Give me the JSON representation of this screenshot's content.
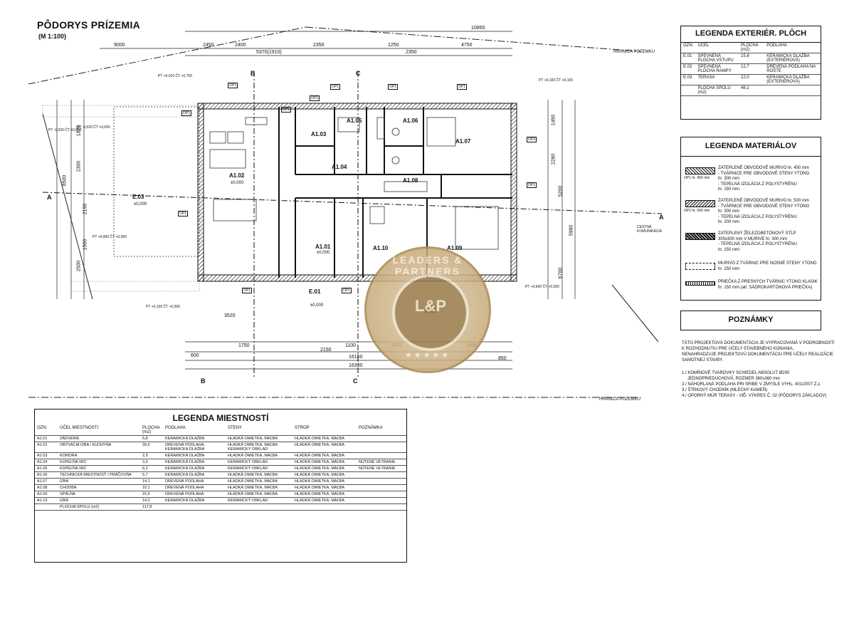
{
  "header": {
    "title": "PÔDORYS PRÍZEMIA",
    "scale": "(M 1:100)"
  },
  "plan": {
    "boundary_label_top": "HRANICA POZEMKU",
    "boundary_label_bottom": "HRANICA POZEMKU",
    "road_label": "CESTNÁ KOMUNIKÁCIA",
    "top_dims": [
      "10850",
      "9000",
      "2450",
      "2400",
      "2350",
      "1250",
      "2350",
      "4750",
      "5370(1910)"
    ],
    "bottom_dims": [
      "1750",
      "2150",
      "1100",
      "2800",
      "2000",
      "16150",
      "16330",
      "3520",
      "850",
      "600"
    ],
    "left_dims": [
      "8500",
      "2300",
      "2150",
      "2500",
      "1500",
      "1820"
    ],
    "right_dims": [
      "1450",
      "5200",
      "5980",
      "2280",
      "6700"
    ],
    "section_marks": [
      "A",
      "A",
      "B",
      "B",
      "C",
      "C"
    ],
    "levels": [
      "PT +0,010 ČT +0,700",
      "PT -0,020 ČT +0,600",
      "PT +0,000 ČT +0,000",
      "PT -0,020 ČT ±0,000",
      "PT +0,100 ČT +0,000",
      "PT +0,600 ČT +0,500",
      "PT +0,100 ČT +0,100"
    ],
    "rooms": [
      {
        "id": "A1.02",
        "area": "±0,000"
      },
      {
        "id": "A1.03",
        "area": ""
      },
      {
        "id": "A1.04",
        "area": ""
      },
      {
        "id": "A1.05",
        "area": ""
      },
      {
        "id": "A1.06",
        "area": ""
      },
      {
        "id": "A1.07",
        "area": ""
      },
      {
        "id": "A1.08",
        "area": ""
      },
      {
        "id": "A1.09",
        "area": ""
      },
      {
        "id": "A1.10",
        "area": ""
      },
      {
        "id": "A1.01",
        "area": "±0,000"
      },
      {
        "id": "E.01",
        "area": "±0,000"
      },
      {
        "id": "E.02",
        "area": ""
      },
      {
        "id": "E.03",
        "area": "±0,000"
      }
    ],
    "openings": [
      "OP1",
      "OP1",
      "OP1",
      "OP1",
      "OP2",
      "OP3",
      "OP1",
      "OP1",
      "OP1",
      "OP1",
      "OP1",
      "OP1"
    ]
  },
  "legend_exterior": {
    "title": "LEGENDA EXTERIÉR. PLÔCH",
    "headers": [
      "OZN.",
      "ÚČEL",
      "PLOCHA (m2)",
      "PODLAHA"
    ],
    "rows": [
      [
        "E.01",
        "SPEVNENÁ PLOCHA VSTUPU",
        "15,8",
        "KERAMICKÁ DLAŽBA (EXTERIÉROVÁ)"
      ],
      [
        "E.02",
        "SPEVNENÁ PLOCHA RAMPY",
        "12,7",
        "DREVENÁ PODLAHA NA ROŠTE"
      ],
      [
        "E.03",
        "TERASA",
        "22,0",
        "KERAMICKÁ DLAŽBA (EXTERIÉROVÁ)"
      ]
    ],
    "total_label": "PLOCHA SPOLU (m2)",
    "total_value": "46,1"
  },
  "legend_materials": {
    "title": "LEGENDA MATERIÁLOV",
    "items": [
      {
        "code": "OP1 hr. 450 mm",
        "text": [
          "ZATEPLENÉ OBVODOVÉ MURIVO hr. 450 mm",
          "- TVÁRNICE PRE OBVODOVÉ STENY YTONG",
          "hr. 300 mm",
          "- TEPELNÁ IZOLÁCIA Z POLYSTYRÉNU",
          "hr. 150 mm"
        ]
      },
      {
        "code": "OP2 hr. 500 mm",
        "text": [
          "ZATEPLENÉ OBVODOVÉ MURIVO hr. 500 mm",
          "- TVÁRNICE PRE OBVODOVÉ STENY YTONG",
          "hr. 300 mm",
          "- TEPELNÁ IZOLÁCIA Z POLYSTYRÉNU",
          "hr. 200 mm"
        ]
      },
      {
        "code": "",
        "text": [
          "ZATEPLENÝ ŽELEZOBETÓNOVÝ STĹP",
          "300x300 mm V MURIVE hr. 300 mm",
          "- TEPELNÁ IZOLÁCIA Z POLYSTYRÉNU",
          "hr. 150 mm"
        ]
      },
      {
        "code": "",
        "text": [
          "MURIVO Z TVÁRNIC PRE NOSNÉ STENY YTONG",
          "hr. 250 mm"
        ]
      },
      {
        "code": "",
        "text": [
          "PRIEČKA Z PRESNÝCH TVÁRNIC YTONG KLASIK",
          "hr. 150 mm (alt. SÁDROKARTÓNOVÁ PRIEČKA)"
        ]
      }
    ]
  },
  "notes": {
    "title": "POZNÁMKY",
    "intro": [
      "TÁTO PROJEKTOVÁ DOKUMENTÁCIA JE VYPRACOVANÁ V PODROBNOSTI",
      "K ROZHODNUTIU PRE ÚČELY STAVEBNÉHO KONANIA,",
      "NENAHRADZUJE PROJEKTOVÚ DOKUMENTÁCIU PRE ÚČELY REALIZÁCIE",
      "SAMOTNEJ STAVBY."
    ],
    "items": [
      "1./ KOMÍNOVÉ TVAROVKY SCHIEDEL ABSOLUT Ø200",
      "JEDNOPRIEDUCHOVÁ, ROZMER 360x360 mm",
      "2./ NÁHORLANÁ PODLAHA PRI SRIBE V ZMYSLE VYHL. 401/2007 Z.z.",
      "3./ ŠTRKOVÝ CHODNÍK (MLECNÝ KAMEŇ)",
      "4./ OPORNÝ MÚR TERASY - VIĎ. VÝKRES Č. 02 (PÔDORYS ZÁKLADOV)"
    ]
  },
  "legend_rooms": {
    "title": "LEGENDA MIESTNOSTÍ",
    "headers": [
      "OZN.",
      "ÚČEL MIESTNOSTI",
      "PLOCHA (m2)",
      "PODLAHA",
      "STENY",
      "STROP",
      "POZNÁMKA"
    ],
    "rows": [
      [
        "A1.01",
        "ZÁDVERIE",
        "6,8",
        "KERAMICKÁ DLAŽBA",
        "HLADKÁ OMIETKA, MAĽBA",
        "HLADKÁ OMIETKA, MAĽBA",
        ""
      ],
      [
        "A1.02",
        "OBÝVACIA IZBA / KUCHYŇA",
        "39,0",
        "DREVENÁ PODLAHA, KERAMICKÁ DLAŽBA",
        "HLADKÁ OMIETKA, MAĽBA KERAMICKÝ OBKLAD",
        "HLADKÁ OMIETKA, MAĽBA",
        ""
      ],
      [
        "A1.03",
        "KOMORA",
        "2,9",
        "KERAMICKÁ DLAŽBA",
        "HLADKÁ OMIETKA, MAĽBA",
        "HLADKÁ OMIETKA, MAĽBA",
        ""
      ],
      [
        "A1.04",
        "KÚPEĽŇA /WC",
        "3,3",
        "KERAMICKÁ DLAŽBA",
        "KERAMICKÝ OBKLAD",
        "HLADKÁ OMIETKA, MAĽBA",
        "NÚTENÉ VETRANIE"
      ],
      [
        "A1.05",
        "KÚPEĽŇA /WC",
        "6,2",
        "KERAMICKÁ DLAŽBA",
        "KERAMICKÝ OBKLAD",
        "HLADKÁ OMIETKA, MAĽBA",
        "NÚTENÉ VETRANIE"
      ],
      [
        "A1.06",
        "TECHNICKÁ MIESTNOSŤ / PRÁČOVŇA",
        "5,7",
        "KERAMICKÁ DLAŽBA",
        "HLADKÁ OMIETKA, MAĽBA",
        "HLADKÁ OMIETKA, MAĽBA",
        ""
      ],
      [
        "A1.07",
        "IZBA",
        "14,1",
        "DREVENÁ PODLAHA",
        "HLADKÁ OMIETKA, MAĽBA",
        "HLADKÁ OMIETKA, MAĽBA",
        ""
      ],
      [
        "A1.08",
        "CHODBA",
        "10,1",
        "DREVENÁ PODLAHA",
        "HLADKÁ OMIETKA, MAĽBA",
        "HLADKÁ OMIETKA, MAĽBA",
        ""
      ],
      [
        "A1.09",
        "SPÁLŇA",
        "15,5",
        "DREVENÁ PODLAHA",
        "HLADKÁ OMIETKA, MAĽBA",
        "HLADKÁ OMIETKA, MAĽBA",
        ""
      ],
      [
        "A1.10",
        "IZBA",
        "14,2",
        "KERAMICKÁ DLAŽBA",
        "KERAMICKÝ OBKLAD",
        "HLADKÁ OMIETKA, MAĽBA",
        ""
      ]
    ],
    "total_label": "PLOCHA SPOLU (m2)",
    "total_value": "117,8"
  },
  "watermark": {
    "ring_text": "LEADERS & PARTNERS",
    "logo": "L&P",
    "stars": "★★★★★"
  }
}
